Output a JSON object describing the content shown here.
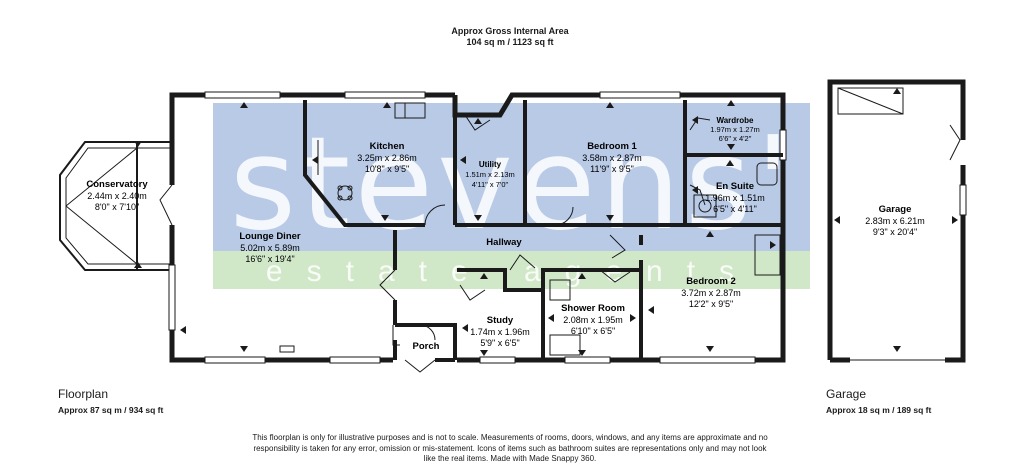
{
  "header": {
    "title": "Approx Gross Internal Area",
    "total": "104 sq m / 1123 sq ft"
  },
  "watermark": {
    "brand": "stevens'",
    "tagline": "estate agents",
    "colors": {
      "blue": "#7f9fd4",
      "green": "#a9d59a"
    }
  },
  "floorplan": {
    "label": "Floorplan",
    "area": "Approx 87 sq m / 934 sq ft",
    "rooms": [
      {
        "id": "conservatory",
        "name": "Conservatory",
        "metric": "2.44m x 2.40m",
        "imperial": "8'0\" x 7'10\""
      },
      {
        "id": "kitchen",
        "name": "Kitchen",
        "metric": "3.25m x 2.86m",
        "imperial": "10'8\" x 9'5\""
      },
      {
        "id": "utility",
        "name": "Utility",
        "metric": "1.51m x 2.13m",
        "imperial": "4'11\" x 7'0\""
      },
      {
        "id": "bedroom1",
        "name": "Bedroom 1",
        "metric": "3.58m x 2.87m",
        "imperial": "11'9\" x 9'5\""
      },
      {
        "id": "wardrobe",
        "name": "Wardrobe",
        "metric": "1.97m x 1.27m",
        "imperial": "6'6\" x 4'2\""
      },
      {
        "id": "ensuite",
        "name": "En Suite",
        "metric": "1.96m x 1.51m",
        "imperial": "6'5\" x 4'11\""
      },
      {
        "id": "lounge",
        "name": "Lounge Diner",
        "metric": "5.02m x 5.89m",
        "imperial": "16'6\" x 19'4\""
      },
      {
        "id": "hallway",
        "name": "Hallway"
      },
      {
        "id": "bedroom2",
        "name": "Bedroom 2",
        "metric": "3.72m x 2.87m",
        "imperial": "12'2\" x 9'5\""
      },
      {
        "id": "shower",
        "name": "Shower Room",
        "metric": "2.08m x 1.95m",
        "imperial": "6'10\" x 6'5\""
      },
      {
        "id": "study",
        "name": "Study",
        "metric": "1.74m x 1.96m",
        "imperial": "5'9\" x 6'5\""
      },
      {
        "id": "porch",
        "name": "Porch"
      }
    ]
  },
  "garage": {
    "label": "Garage",
    "area": "Approx 18 sq m / 189 sq ft",
    "room": {
      "name": "Garage",
      "metric": "2.83m x 6.21m",
      "imperial": "9'3\" x 20'4\""
    }
  },
  "disclaimer": "This floorplan is only for illustrative purposes and is not to scale. Measurements of rooms, doors, windows, and any items are approximate and no responsibility is taken for any error, omission or mis-statement. Icons of items such as bathroom suites are representations only and may not look like the real items. Made with Made Snappy 360."
}
